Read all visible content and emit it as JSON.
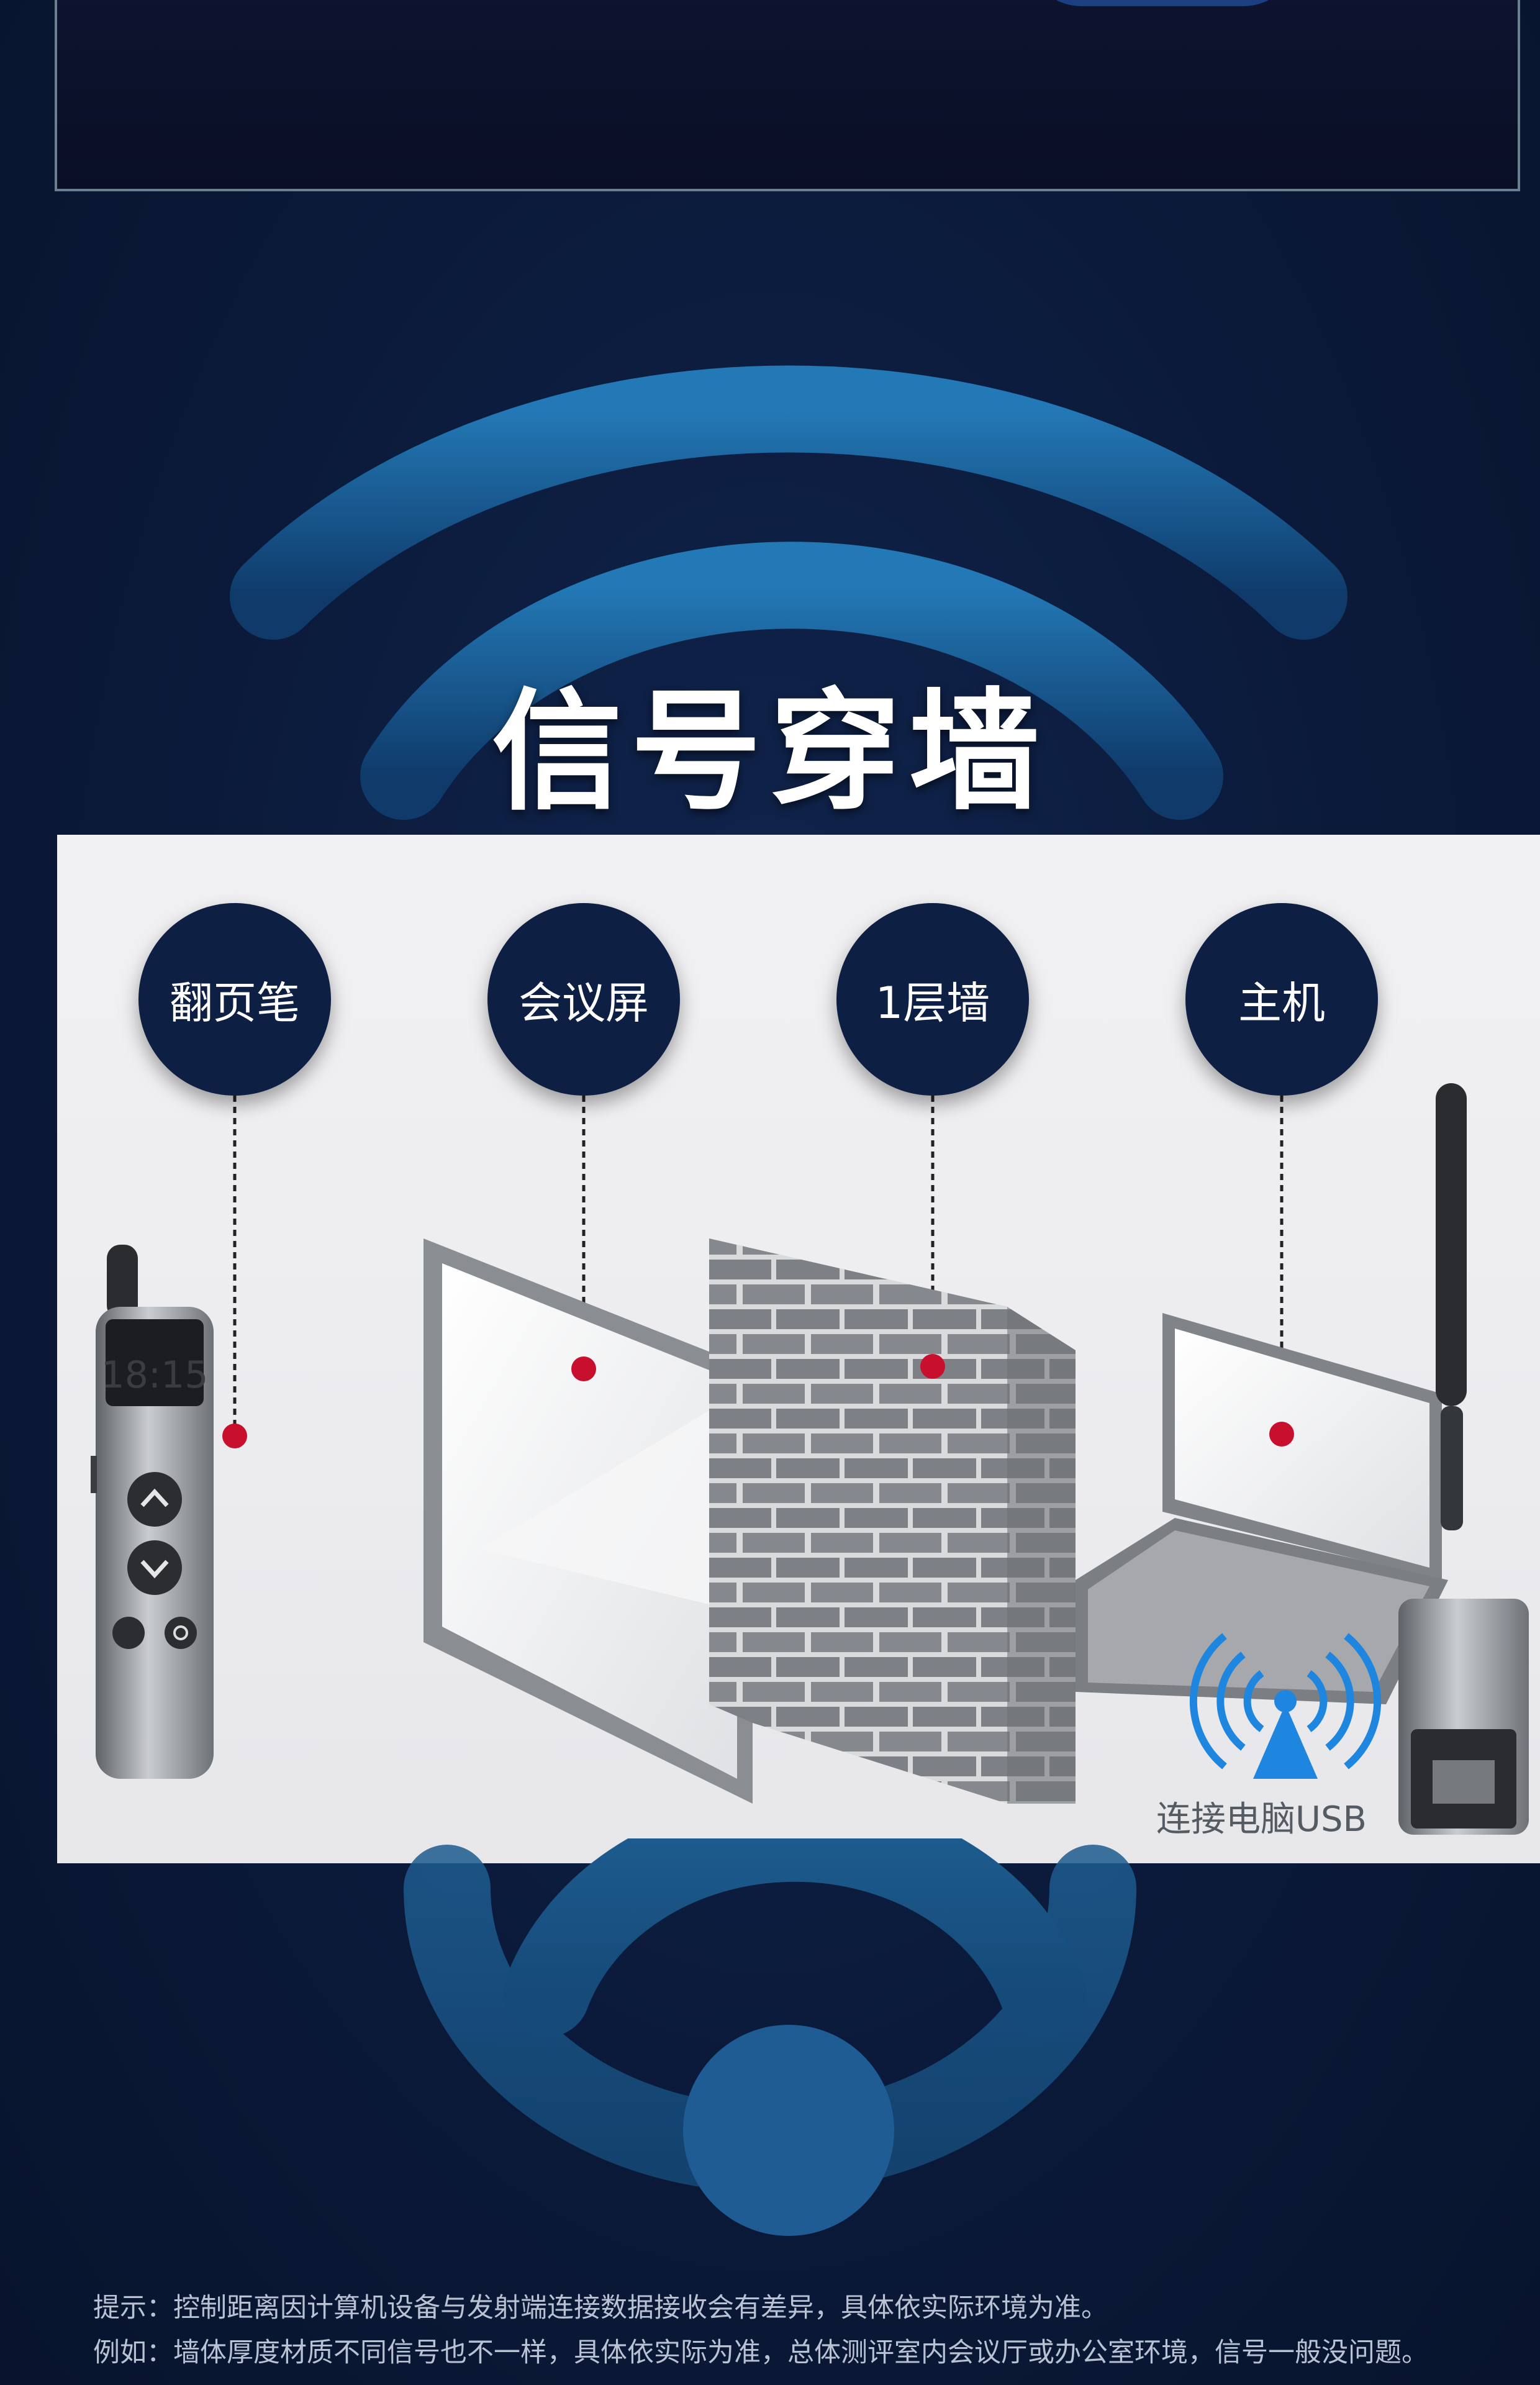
{
  "title": "信号穿墙",
  "callouts": {
    "presenter": "翻页笔",
    "screen": "会议屏",
    "wall": "1层墙",
    "host": "主机"
  },
  "usb_label": "连接电脑USB",
  "device_clock": "18:15",
  "notes": {
    "line1": "提示：控制距离因计算机设备与发射端连接数据接收会有差异，具体依实际环境为准。",
    "line2": "例如：墙体厚度材质不同信号也不一样，具体依实际为准，总体测评室内会议厅或办公室环境，信号一般没问题。"
  },
  "colors": {
    "background": "#0b1a3a",
    "wifi_arc": "#1f6aa3",
    "callout_bg": "#0e1f44",
    "marker_red": "#c8102e",
    "signal_blue": "#1f86e0"
  },
  "icons": [
    "wifi-signal-icon",
    "antenna-icon",
    "chevron-up-icon",
    "chevron-down-icon",
    "laser-icon",
    "record-icon"
  ]
}
